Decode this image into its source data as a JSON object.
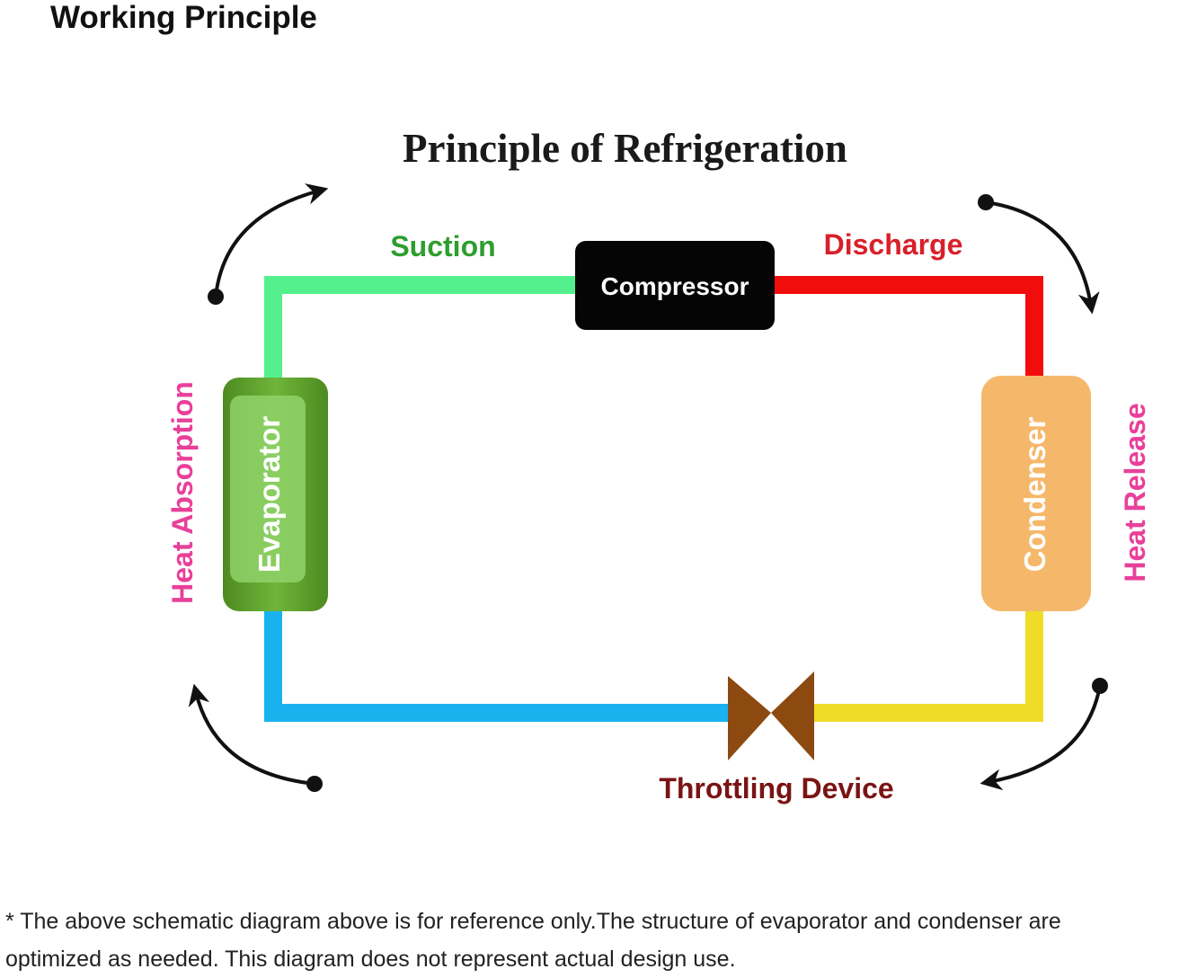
{
  "header": {
    "title": "Working Principle"
  },
  "diagram": {
    "title": "Principle of Refrigeration",
    "components": {
      "compressor": "Compressor",
      "evaporator": "Evaporator",
      "condenser": "Condenser",
      "throttling_device": "Throttling Device"
    },
    "lines": {
      "suction": "Suction",
      "discharge": "Discharge"
    },
    "heat": {
      "absorption": "Heat Absorption",
      "release": "Heat Release"
    },
    "colors": {
      "suction_line": "#55f08e",
      "discharge_line": "#f20d0d",
      "liquid_line": "#f0dc28",
      "return_line": "#1ab2ee",
      "compressor": "#050505",
      "evaporator": "#5c9e2a",
      "condenser": "#f5b86a",
      "valve": "#8c4a10",
      "suction_label": "#2e9e2e",
      "discharge_label": "#d8202a",
      "heat_label": "#e8409a",
      "throttling_label": "#7a1414"
    }
  },
  "footnote": {
    "line1": "* The above schematic diagram above is for reference only.The structure of evaporator and condenser are",
    "line2": "optimized as needed. This diagram does not represent actual design use."
  }
}
